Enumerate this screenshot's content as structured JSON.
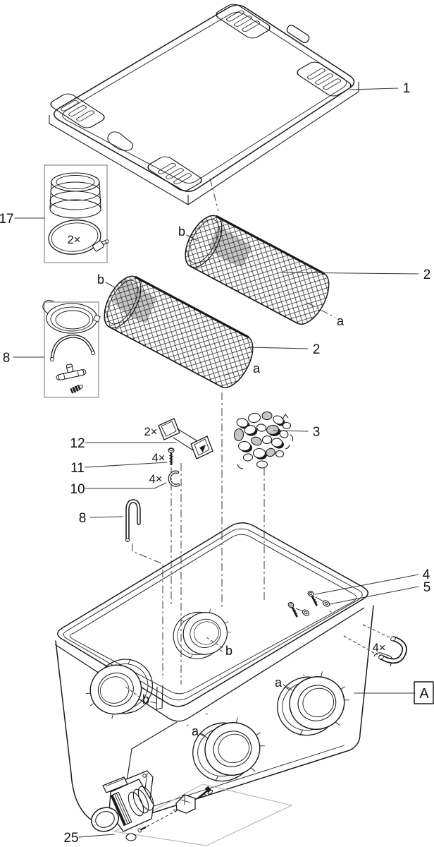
{
  "colors": {
    "line": "#1a1a1a",
    "shade": "#c6c6c6",
    "background": "#ffffff",
    "kit_outline": "#b8b8b8"
  },
  "figure": {
    "labels": {
      "lid": "1",
      "mesh_tube_upper": "2",
      "mesh_tube_lower": "2",
      "filter_media": "3",
      "screw": "4",
      "washer": "5",
      "hose_kit": "8",
      "hook": "8",
      "clip": "10",
      "small_screw": "11",
      "spacer_tube": "12",
      "coupling_kit": "17",
      "drain_valve": "25",
      "view_ref": "A"
    },
    "quantities": {
      "clamps": "2×",
      "spacer": "2×",
      "small_screw": "4×",
      "clip": "4×",
      "handle": "4×"
    },
    "ports": {
      "a": "a",
      "b": "b"
    }
  }
}
